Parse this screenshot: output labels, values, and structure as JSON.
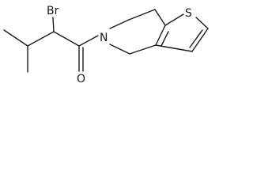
{
  "molecule": {
    "atoms": {
      "bromine": "Br",
      "nitrogen": "N",
      "oxygen": "O",
      "sulfur": "S"
    },
    "colors": {
      "bond": "#1a1a1a",
      "label": "#1a1a1a",
      "background": "#ffffff"
    }
  }
}
